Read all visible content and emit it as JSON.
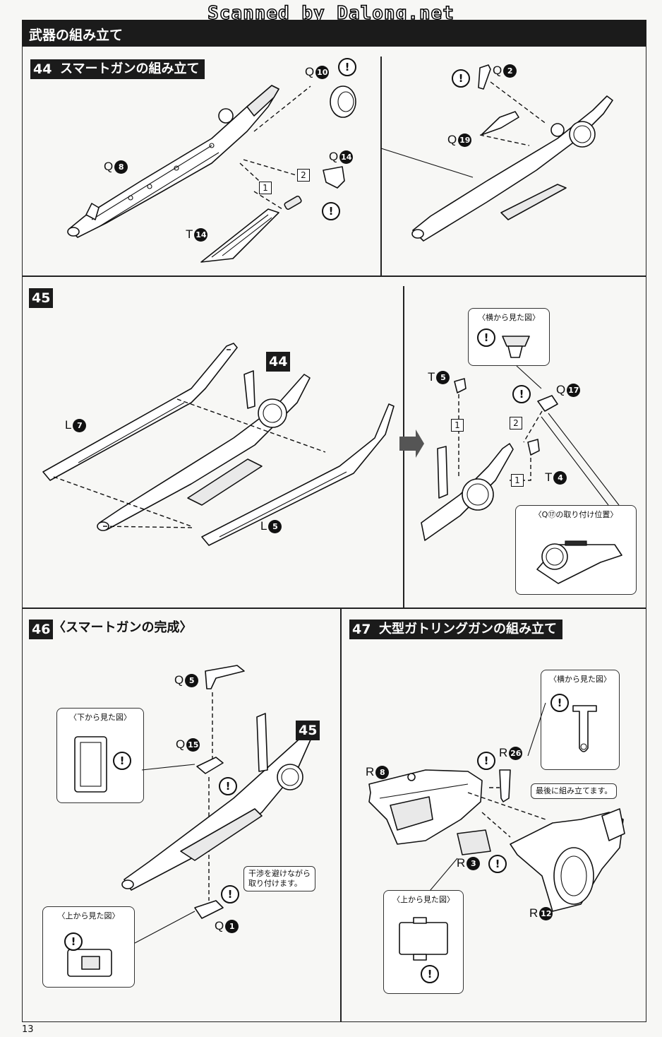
{
  "watermark": "Scanned by Dalong.net",
  "section_title": "武器の組み立て",
  "page_number": "13",
  "steps": {
    "s44": {
      "number": "44",
      "title": "スマートガンの組み立て",
      "parts": {
        "q10": {
          "letter": "Q",
          "num": "10"
        },
        "q2": {
          "letter": "Q",
          "num": "2"
        },
        "q14": {
          "letter": "Q",
          "num": "14"
        },
        "q19": {
          "letter": "Q",
          "num": "19"
        },
        "q8": {
          "letter": "Q",
          "num": "8"
        },
        "t14": {
          "letter": "T",
          "num": "14"
        }
      },
      "order": [
        "1",
        "2"
      ]
    },
    "s45": {
      "number": "45",
      "ref": "44",
      "parts": {
        "l7": {
          "letter": "L",
          "num": "7"
        },
        "l5": {
          "letter": "L",
          "num": "5"
        },
        "t5": {
          "letter": "T",
          "num": "5"
        },
        "q17": {
          "letter": "Q",
          "num": "17"
        },
        "t4": {
          "letter": "T",
          "num": "4"
        }
      },
      "side_view_label": "〈横から見た図〉",
      "position_label": "〈Q⑰の取り付け位置〉",
      "order": [
        "1",
        "2",
        "1"
      ]
    },
    "s46": {
      "number": "46",
      "title": "〈スマートガンの完成〉",
      "ref": "45",
      "parts": {
        "q5": {
          "letter": "Q",
          "num": "5"
        },
        "q15": {
          "letter": "Q",
          "num": "15"
        },
        "q1": {
          "letter": "Q",
          "num": "1"
        }
      },
      "bottom_view_label": "〈下から見た図〉",
      "top_view_label": "〈上から見た図〉",
      "note_line1": "干渉を避けながら",
      "note_line2": "取り付けます。"
    },
    "s47": {
      "number": "47",
      "title": "大型ガトリングガンの組み立て",
      "parts": {
        "r8": {
          "letter": "R",
          "num": "8"
        },
        "r26": {
          "letter": "R",
          "num": "26"
        },
        "r3": {
          "letter": "R",
          "num": "3"
        },
        "r12": {
          "letter": "R",
          "num": "12"
        }
      },
      "side_view_label": "〈横から見た図〉",
      "top_view_label": "〈上から見た図〉",
      "note": "最後に組み立てます。"
    }
  },
  "warning_symbol": "!"
}
